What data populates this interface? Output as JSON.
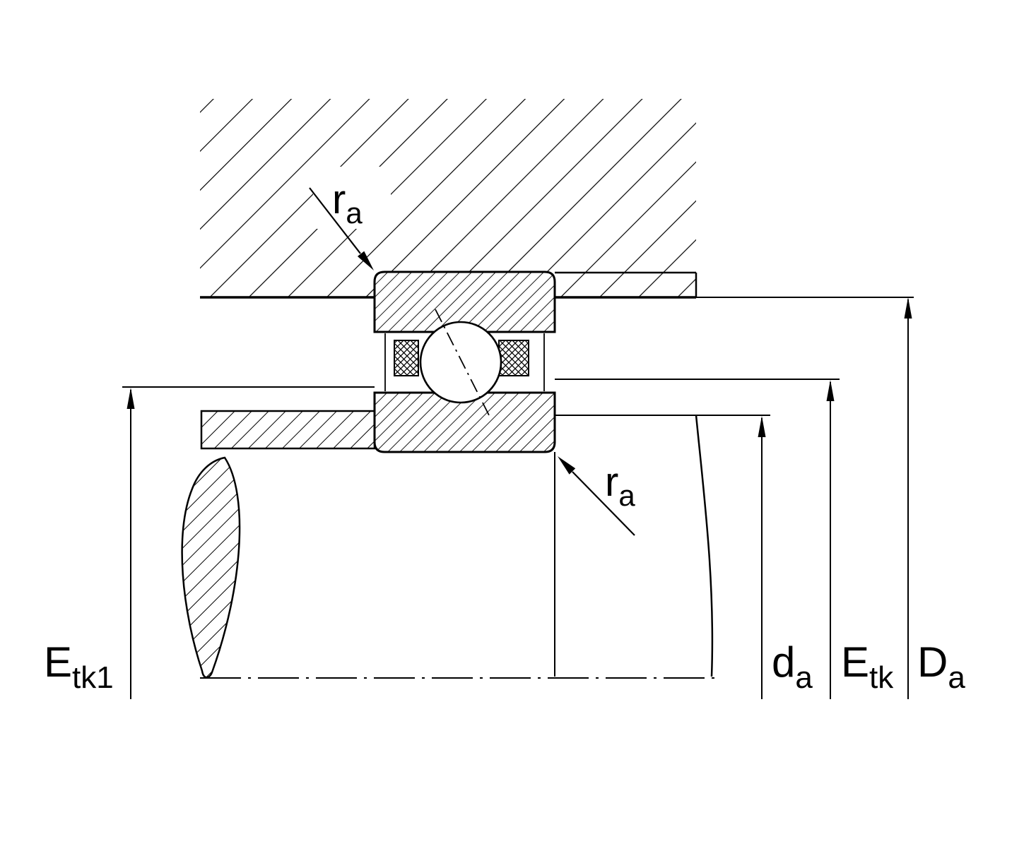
{
  "labels": {
    "ra_top": {
      "main": "r",
      "sub": "a"
    },
    "ra_bottom": {
      "main": "r",
      "sub": "a"
    },
    "etk1": {
      "main": "E",
      "sub": "tk1"
    },
    "da": {
      "main": "d",
      "sub": "a"
    },
    "etk": {
      "main": "E",
      "sub": "tk"
    },
    "Da": {
      "main": "D",
      "sub": "a"
    }
  },
  "colors": {
    "line": "#000000",
    "background": "#ffffff"
  }
}
